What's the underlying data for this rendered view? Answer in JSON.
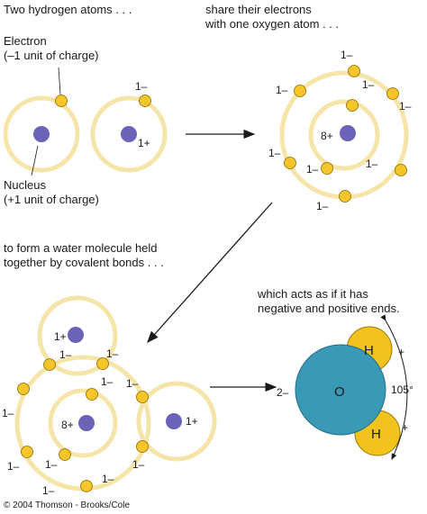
{
  "captions": {
    "step1": "Two hydrogen atoms . . .",
    "step2_line1": "share their electrons",
    "step2_line2": "with one oxygen atom . . .",
    "step3_line1": "to form a water molecule held",
    "step3_line2": "together by covalent bonds . . .",
    "step4_line1": "which acts as if it has",
    "step4_line2": "negative and positive ends."
  },
  "labels": {
    "electron_title": "Electron",
    "electron_charge": "(–1 unit of charge)",
    "nucleus_title": "Nucleus",
    "nucleus_charge": "(+1 unit of charge)",
    "neg_charge": "1–",
    "pos_charge": "1+",
    "oxygen_charge": "8+",
    "oxygen_symbol": "O",
    "hydrogen_symbol": "H",
    "partial_negative": "2–",
    "plus_sign": "+",
    "bond_angle": "105°"
  },
  "copyright": "© 2004 Thomson - Brooks/Cole",
  "colors": {
    "orbit": "#f6e5a8",
    "electron": "#f5c52a",
    "nucleus": "#6a63b8",
    "oxygen": "#3a9ab5",
    "hydrogen": "#f2c21f",
    "arrow": "#1a1a1a"
  }
}
